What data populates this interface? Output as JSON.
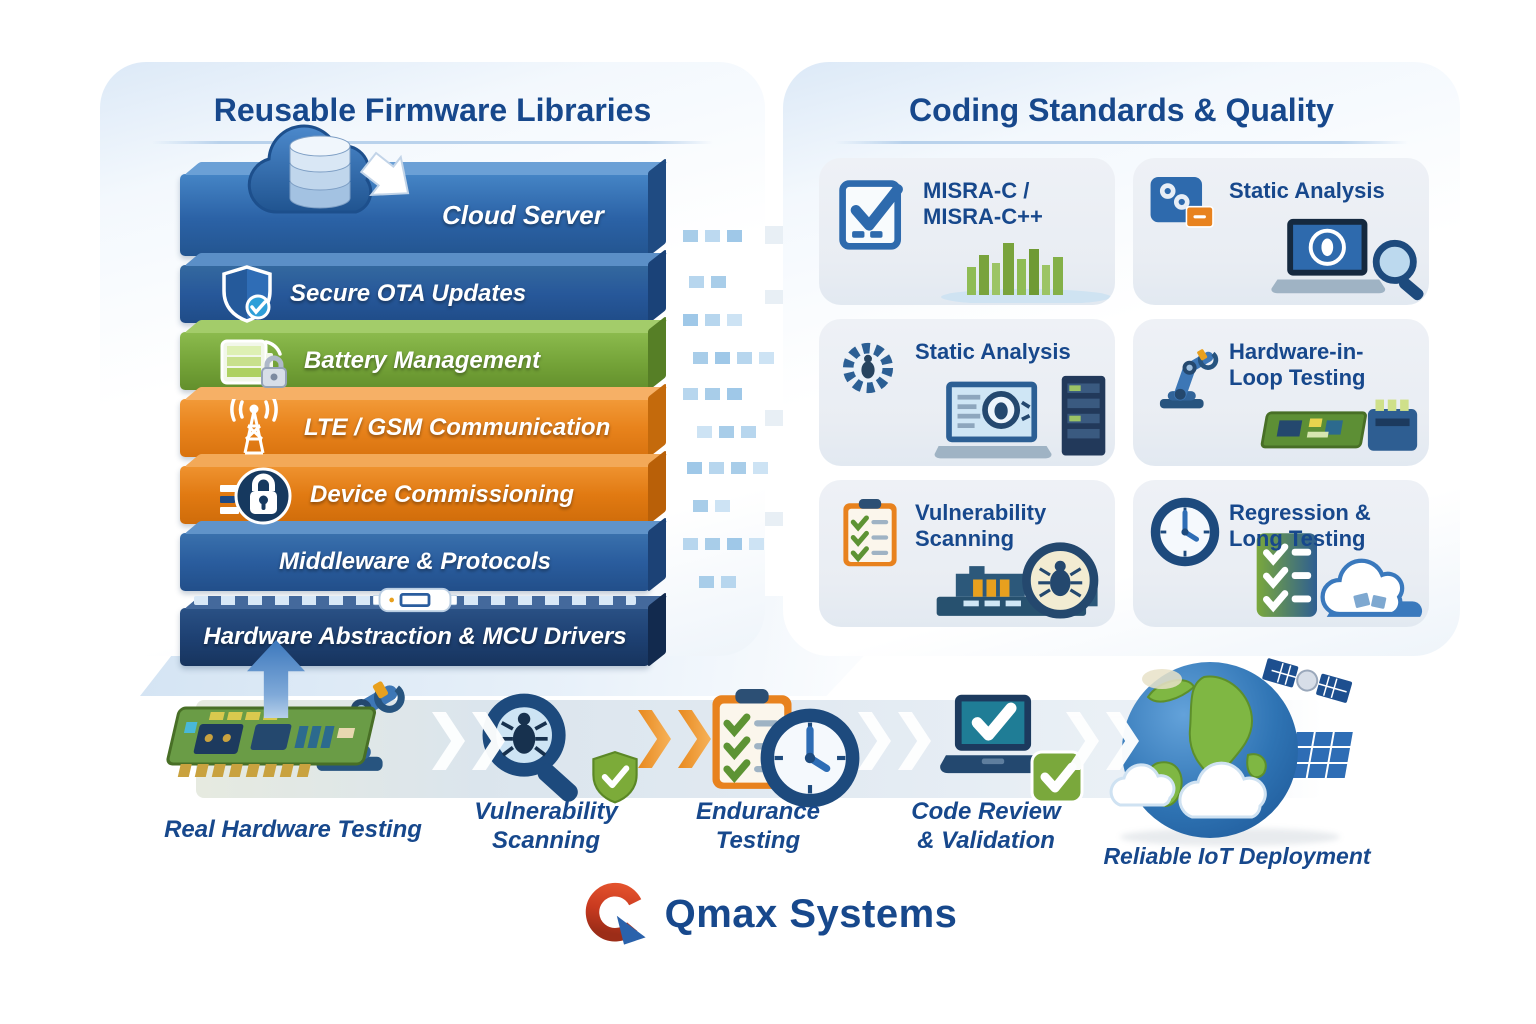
{
  "colors": {
    "title_blue": "#17488c",
    "layer_blue": "#2b62a6",
    "layer_green": "#74a338",
    "layer_orange": "#e8831c",
    "layer_navy": "#1e4173",
    "card_bg": "#edf1f6",
    "logo_red": "#d8452c",
    "logo_blue": "#2a62ab",
    "chevron_orange": "#f0a03c"
  },
  "left_panel": {
    "title": "Reusable Firmware Libraries",
    "layers": [
      {
        "label": "Cloud Server",
        "icon": "cloud-server-icon"
      },
      {
        "label": "Secure OTA Updates",
        "icon": "shield-check-icon"
      },
      {
        "label": "Battery Management",
        "icon": "battery-lock-icon"
      },
      {
        "label": "LTE / GSM Communication",
        "icon": "radio-tower-icon"
      },
      {
        "label": "Device Commissioning",
        "icon": "padlock-icon"
      },
      {
        "label": "Middleware & Protocols",
        "icon": "usb-connector-icon"
      },
      {
        "label": "Hardware Abstraction & MCU Drivers",
        "icon": ""
      }
    ]
  },
  "right_panel": {
    "title": "Coding Standards & Quality",
    "cards": [
      {
        "label": "MISRA-C /\nMISRA-C++",
        "icon": "checkbox-icon"
      },
      {
        "label": "Static Analysis",
        "icon": "robot-scanner-icon"
      },
      {
        "label": "Static Analysis",
        "icon": "bug-gear-icon"
      },
      {
        "label": "Hardware-in-\nLoop Testing",
        "icon": "robot-arm-icon"
      },
      {
        "label": "Vulnerability\nScanning",
        "icon": "clipboard-check-icon"
      },
      {
        "label": "Regression &\nLong Testing",
        "icon": "clock-icon"
      }
    ]
  },
  "flow": {
    "stages": [
      {
        "label": "Real Hardware Testing",
        "icon": "circuit-board-robot-icon"
      },
      {
        "label": "Vulnerability\nScanning",
        "icon": "bug-magnifier-icon"
      },
      {
        "label": "Endurance\nTesting",
        "icon": "clipboard-clock-icon"
      },
      {
        "label": "Code Review\n& Validation",
        "icon": "laptop-check-icon"
      },
      {
        "label": "Reliable IoT Deployment",
        "icon": "globe-satellite-icon"
      }
    ]
  },
  "logo": {
    "text": "Qmax Systems"
  }
}
